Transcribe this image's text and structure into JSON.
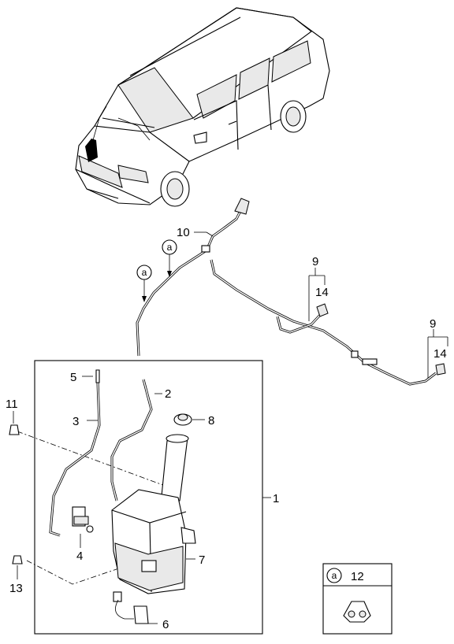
{
  "callouts": {
    "n1": "1",
    "n2": "2",
    "n3": "3",
    "n4": "4",
    "n5": "5",
    "n6": "6",
    "n7": "7",
    "n8": "8",
    "n9a": "9",
    "n9b": "9",
    "n10": "10",
    "n11": "11",
    "n12": "12",
    "n13": "13",
    "n14a": "14",
    "n14b": "14"
  },
  "refs": {
    "a1": "a",
    "a2": "a",
    "a_box": "a"
  }
}
